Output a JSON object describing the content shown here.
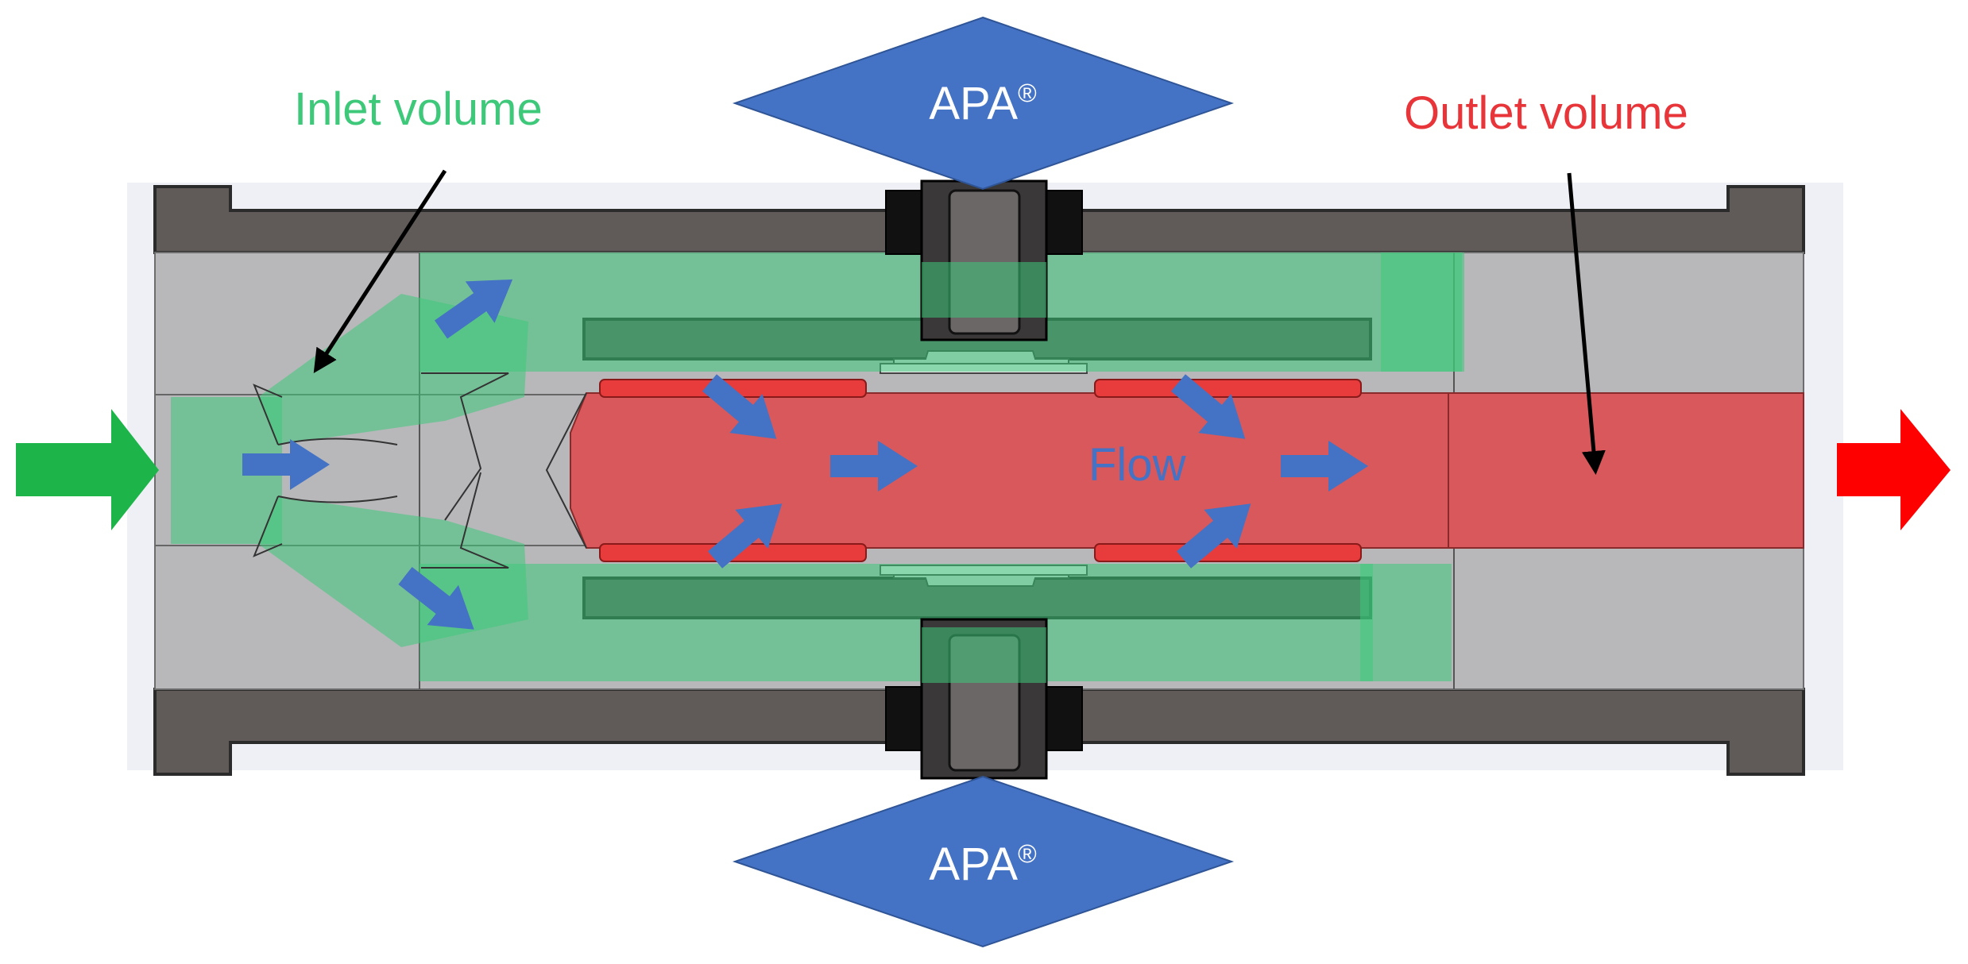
{
  "labels": {
    "inlet": "Inlet volume",
    "outlet": "Outlet volume",
    "flow": "Flow",
    "actuator_top": "APA",
    "actuator_bottom": "APA",
    "registered_mark": "®"
  },
  "colors": {
    "inlet": "#3ec97a",
    "outlet": "#e8353a",
    "flow_arrows": "#4472c4",
    "actuator": "#4472c4",
    "inlet_arrow": "#1db54a",
    "outlet_arrow": "#ff0000",
    "body_dark": "#605b58",
    "body_light": "#b8b8bb"
  },
  "icons": {
    "inlet_arrow": "arrow-right-icon",
    "outlet_arrow": "arrow-right-icon",
    "flow_arrows": "arrow-right-icon"
  }
}
